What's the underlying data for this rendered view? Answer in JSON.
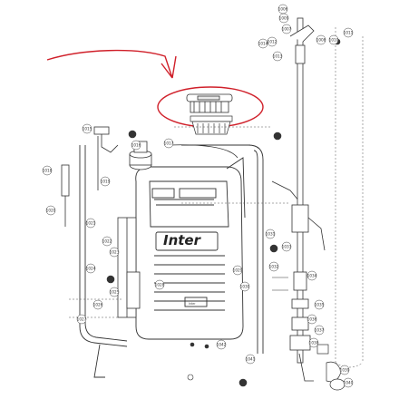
{
  "diagram": {
    "brand_text": "Inter",
    "small_tag_text": "Inter",
    "highlight_color": "#d0202a",
    "part_labels": [
      "1006",
      "1009",
      "1007",
      "1008",
      "1010",
      "1011",
      "1012",
      "1013",
      "1014",
      "1015",
      "1016",
      "1017",
      "1018",
      "1019",
      "1020",
      "1021",
      "1022",
      "1023",
      "1024",
      "1025",
      "1026",
      "1027",
      "1028",
      "1029",
      "1030",
      "1031",
      "1032",
      "1033",
      "1034",
      "1035",
      "1036",
      "1037",
      "1038",
      "1039",
      "1040",
      "1041",
      "1042"
    ]
  }
}
